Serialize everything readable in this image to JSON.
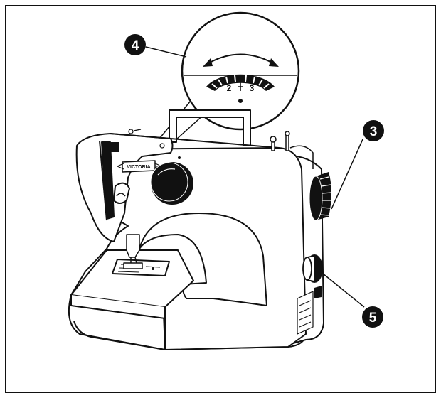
{
  "brand": {
    "name": "VICTORIA"
  },
  "dial": {
    "left_number": "2",
    "right_number": "3"
  },
  "callouts": [
    {
      "number": "3",
      "target": "handwheel"
    },
    {
      "number": "4",
      "target": "tension-dial"
    },
    {
      "number": "5",
      "target": "stitch-selector-knob"
    }
  ],
  "colors": {
    "line": "#111111",
    "fill": "#ffffff",
    "badge": "#111111",
    "badge_text": "#ffffff"
  }
}
